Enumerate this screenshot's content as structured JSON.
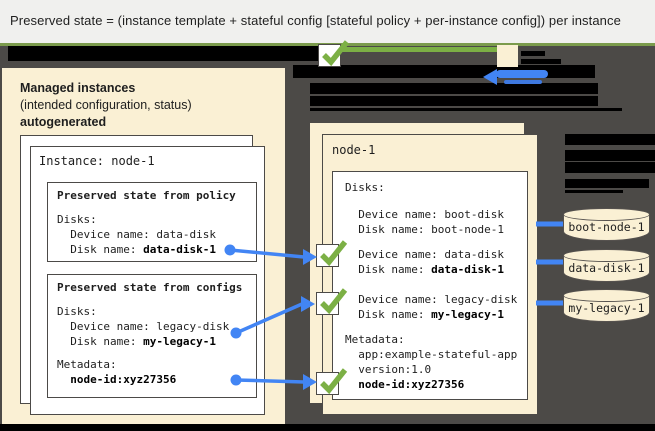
{
  "header": {
    "title": "Preserved state = (instance template + stateful config [stateful policy + per-instance config]) per instance"
  },
  "managed_panel": {
    "heading_bold": "Managed instances",
    "heading_sub": "(intended configuration, status)",
    "heading_bold2": "autogenerated",
    "instance_title": "Instance: node-1",
    "policy_box": {
      "title": "Preserved state from policy",
      "disks": "Disks:",
      "device": "  Device name: data-disk",
      "disk_label": "  Disk name: ",
      "disk_value": "data-disk-1"
    },
    "configs_box": {
      "title": "Preserved state from configs",
      "disks": "Disks:",
      "device": "  Device name: legacy-disk",
      "disk_label": "  Disk name: ",
      "disk_value": "my-legacy-1",
      "metadata": "Metadata:",
      "metadata_value": "  node-id:xyz27356"
    }
  },
  "vm_panel": {
    "title": "node-1",
    "disks": "Disks:",
    "boot_device": "  Device name: boot-disk",
    "boot_disk": "  Disk name: boot-node-1",
    "data_device": "  Device name: data-disk",
    "data_disk_label": "  Disk name: ",
    "data_disk_value": "data-disk-1",
    "legacy_device": "  Device name: legacy-disk",
    "legacy_disk_label": "  Disk name: ",
    "legacy_disk_value": "my-legacy-1",
    "metadata": "Metadata:",
    "metadata_app": "  app:example-stateful-app",
    "metadata_version": "  version:1.0",
    "metadata_node_indent": "  ",
    "metadata_node_value": "node-id:xyz27356"
  },
  "disks": [
    {
      "label": "boot-node-1"
    },
    {
      "label": "data-disk-1"
    },
    {
      "label": "my-legacy-1"
    }
  ],
  "icons": {
    "checkmark": "green-checkmark-icon",
    "arrow": "blue-arrow-icon",
    "disk_swatch": "cream-disk-swatch"
  },
  "colors": {
    "accent_blue": "#4285F4",
    "check_green": "#7CB045",
    "panel_cream": "#FAF0D4",
    "background_dark": "#4C4A47",
    "divider_green": "#7B9B4C",
    "redaction_black": "#000000"
  }
}
